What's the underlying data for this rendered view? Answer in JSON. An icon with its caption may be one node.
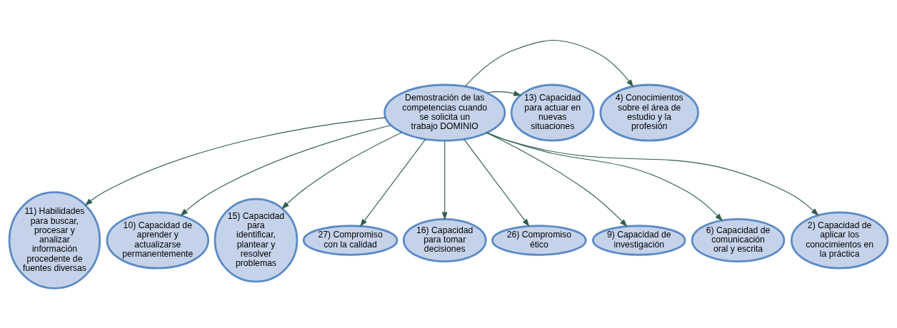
{
  "diagram": {
    "nodes": [
      {
        "text": [
          "Demostración de las competencias cuando se solicita un trabajo DOMINIO"
        ]
      },
      {
        "text": [
          "4) Conocimientos sobre el área de estudio y la profesión"
        ]
      },
      {
        "text": [
          "13) Capacidad para actuar en nuevas situaciones"
        ]
      },
      {
        "text": [
          "11) Habilidades para buscar, procesar y analizar información procedente de fuentes diversas"
        ]
      },
      {
        "text": [
          "10) Capacidad de aprender y actualizarse permanentemente"
        ]
      },
      {
        "text": [
          "15) Capacidad para identificar, plantear y resolver problemas"
        ]
      },
      {
        "text": [
          "27) Compromiso con la calidad"
        ]
      },
      {
        "text": [
          "16) Capacidad para tomar decisiones"
        ]
      },
      {
        "text": [
          "26) Compromiso ético"
        ]
      },
      {
        "text": [
          "9) Capacidad de investigación"
        ]
      },
      {
        "text": [
          "6) Capacidad de comunicación oral y escrita"
        ]
      },
      {
        "text": [
          "2) Capacidad de aplicar los conocimientos en la práctica"
        ]
      }
    ],
    "edges": [
      {
        "from": 0,
        "to": 1,
        "arrow": "to"
      },
      {
        "from": 0,
        "to": 2,
        "arrow": "to"
      },
      {
        "from": 0,
        "to": 3,
        "arrow": "to"
      },
      {
        "from": 0,
        "to": 4,
        "arrow": "to"
      },
      {
        "from": 0,
        "to": 5,
        "arrow": "to"
      },
      {
        "from": 0,
        "to": 6,
        "arrow": "to"
      },
      {
        "from": 0,
        "to": 7,
        "arrow": "to"
      },
      {
        "from": 0,
        "to": 8,
        "arrow": "to"
      },
      {
        "from": 0,
        "to": 9,
        "arrow": "to"
      },
      {
        "from": 0,
        "to": 10,
        "arrow": "to"
      },
      {
        "from": 0,
        "to": 11,
        "arrow": "to"
      }
    ]
  }
}
